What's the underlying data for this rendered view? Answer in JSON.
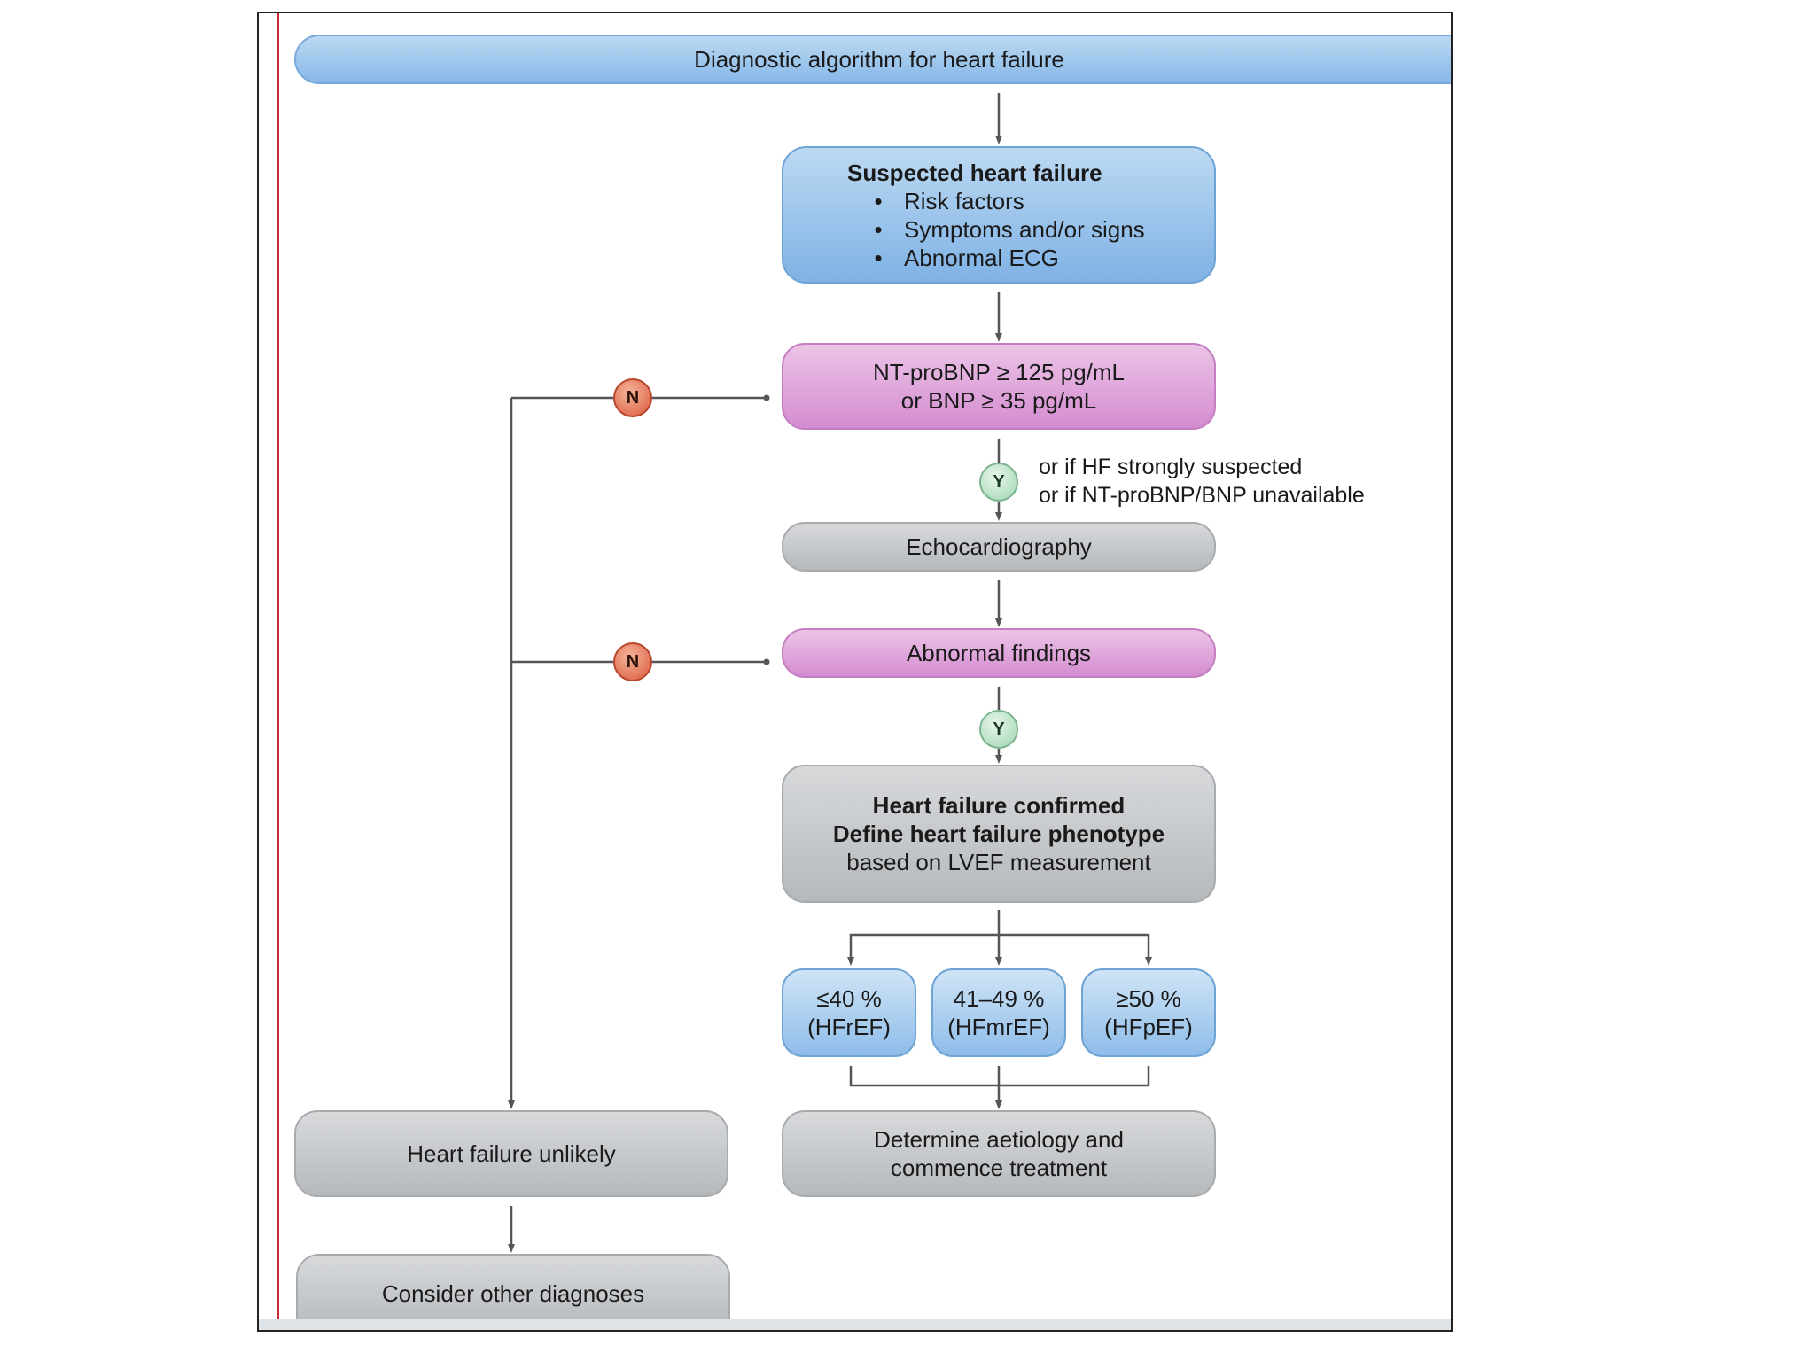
{
  "title": "Diagnostic algorithm for heart failure",
  "suspected": {
    "heading": "Suspected heart failure",
    "bullet_symbol": "•",
    "items": [
      "Risk factors",
      "Symptoms and/or signs",
      "Abnormal ECG"
    ]
  },
  "natriuretic": {
    "line1": "NT-proBNP ≥ 125 pg/mL",
    "line2": "or BNP ≥ 35 pg/mL"
  },
  "badges": {
    "no": "N",
    "yes": "Y"
  },
  "condition_note": {
    "line1": "or if HF strongly suspected",
    "line2": "or if NT-proBNP/BNP unavailable"
  },
  "echocardiography": "Echocardiography",
  "abnormal_findings": "Abnormal findings",
  "confirmed": {
    "line1": "Heart failure confirmed",
    "line2": "Define heart failure phenotype",
    "line3": "based on LVEF measurement"
  },
  "phenotypes": [
    {
      "range": "≤40 %",
      "label": "(HFrEF)"
    },
    {
      "range": "41–49 %",
      "label": "(HFmrEF)"
    },
    {
      "range": "≥50 %",
      "label": "(HFpEF)"
    }
  ],
  "aetiology": {
    "line1": "Determine aetiology and",
    "line2": "commence treatment"
  },
  "unlikely": "Heart failure unlikely",
  "other_diagnoses": "Consider other diagnoses",
  "colors": {
    "accent_red": "#cc2a36",
    "blue": "#8fbde9",
    "pink": "#d48cd0",
    "gray": "#b6b9bc",
    "line": "#555555"
  }
}
